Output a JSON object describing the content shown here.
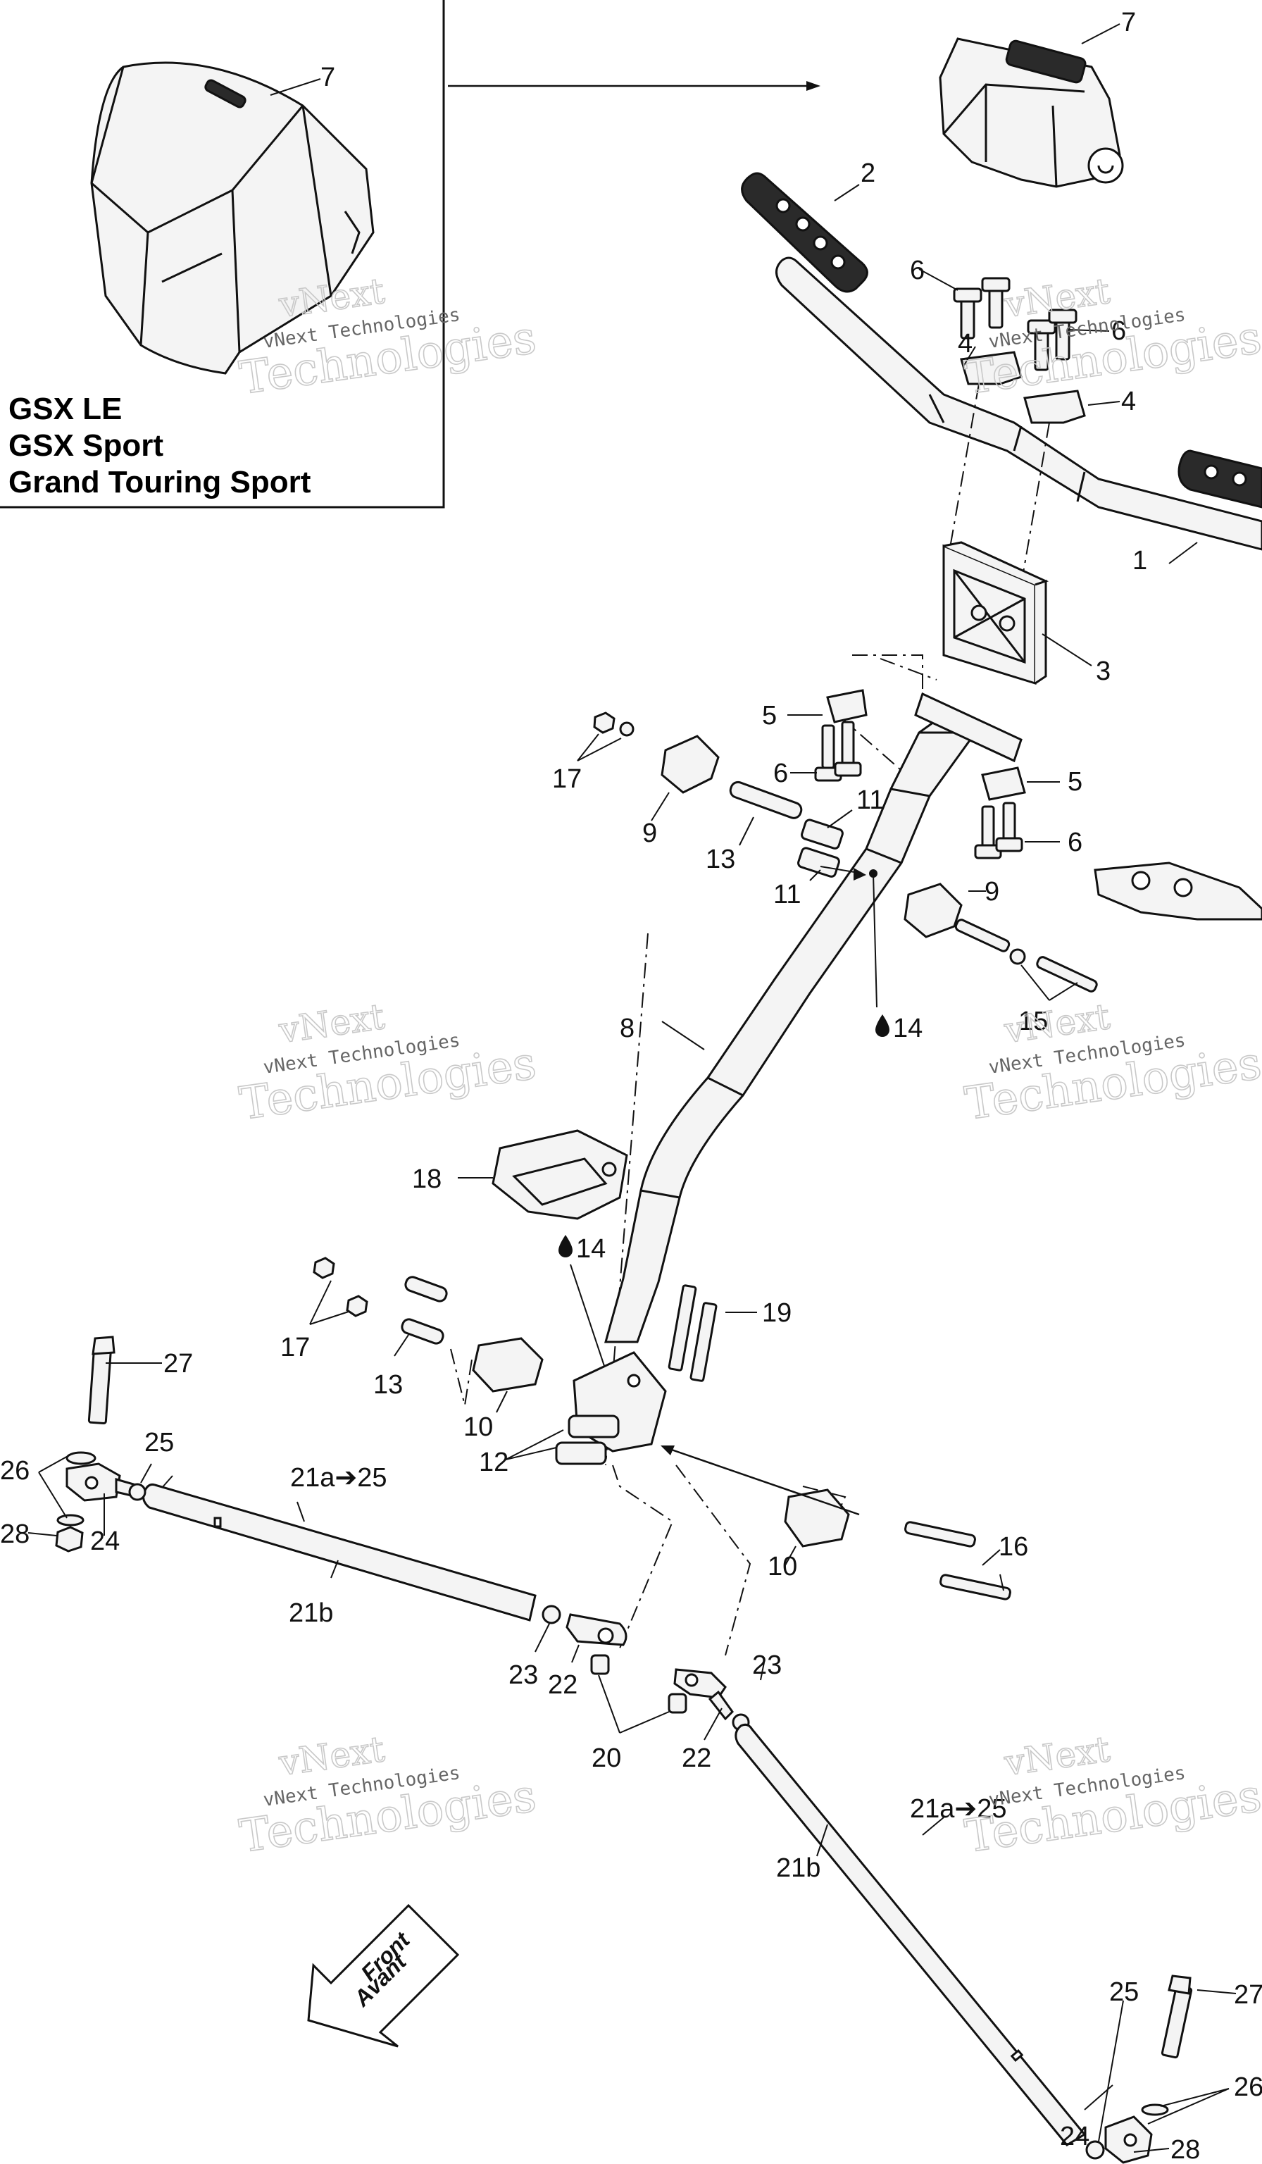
{
  "inset": {
    "models": [
      "GSX LE",
      "GSX Sport",
      "Grand Touring Sport"
    ]
  },
  "watermark": {
    "brand": "vNext",
    "company": "vNext Technologies",
    "word": "Technologies"
  },
  "direction_arrow": {
    "line1": "Front",
    "line2": "Avant"
  },
  "callouts": {
    "c1": "1",
    "c2": "2",
    "c3": "3",
    "c4a": "4",
    "c4b": "4",
    "c5a": "5",
    "c5b": "5",
    "c6a": "6",
    "c6b": "6",
    "c6c": "6",
    "c6d": "6",
    "c7a": "7",
    "c7b": "7",
    "c8": "8",
    "c9a": "9",
    "c9b": "9",
    "c10a": "10",
    "c10b": "10",
    "c11a": "11",
    "c11b": "11",
    "c12": "12",
    "c13a": "13",
    "c13b": "13",
    "c14a": "14",
    "c14b": "14",
    "c15": "15",
    "c16": "16",
    "c17a": "17",
    "c17b": "17",
    "c18": "18",
    "c19": "19",
    "c20": "20",
    "c21a1": "21a➔25",
    "c21a2": "21a➔25",
    "c21b1": "21b",
    "c21b2": "21b",
    "c22a": "22",
    "c22b": "22",
    "c23a": "23",
    "c23b": "23",
    "c24a": "24",
    "c24b": "24",
    "c25a": "25",
    "c25b": "25",
    "c26a": "26",
    "c26b": "26",
    "c27a": "27",
    "c27b": "27",
    "c28a": "28",
    "c28b": "28"
  },
  "colors": {
    "line": "#111111",
    "watermark": "#c9c9c9",
    "part_fill": "#f4f4f4",
    "grip_dark": "#2a2a2a"
  }
}
